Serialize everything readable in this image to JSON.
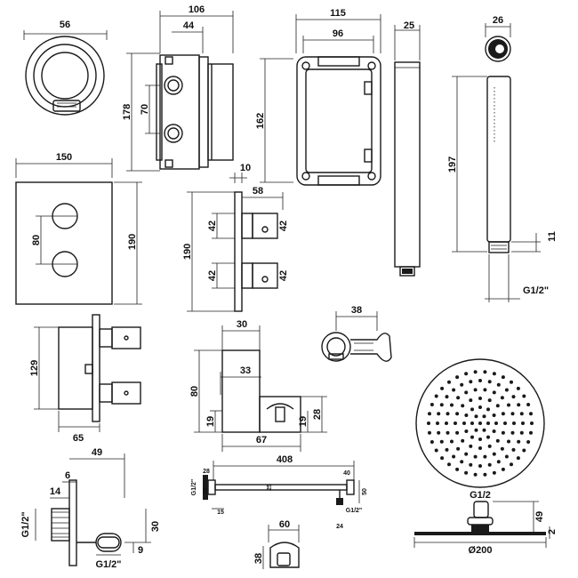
{
  "labels": {
    "knob": {
      "w56": "56"
    },
    "box": {
      "w106": "106",
      "w44": "44",
      "h178": "178",
      "h70": "70"
    },
    "frame": {
      "w115": "115",
      "w96": "96",
      "h162": "162"
    },
    "bar": {
      "w25": "25"
    },
    "hand": {
      "w26": "26",
      "h197": "197",
      "h11": "11",
      "thread": "G1/2\""
    },
    "plate": {
      "w150": "150",
      "h80": "80",
      "h190": "190"
    },
    "side": {
      "w10": "10",
      "w58": "58",
      "h42a": "42",
      "h42b": "42",
      "h42c": "42",
      "h42d": "42",
      "h190": "190"
    },
    "valve": {
      "h129": "129",
      "w65": "65"
    },
    "holder": {
      "w30": "30",
      "w33": "33",
      "h80": "80",
      "h19a": "19",
      "h19b": "19",
      "h28": "28",
      "w67": "67"
    },
    "clip": {
      "w38": "38"
    },
    "head": {
      "thread": "G1/2",
      "h49": "49",
      "h2": "2",
      "dia": "Ø200"
    },
    "elbow": {
      "w49": "49",
      "w6": "6",
      "w14": "14",
      "thread": "G1/2\"",
      "h30": "30",
      "h9": "9",
      "thread2": "G1/2\""
    },
    "arm": {
      "w408": "408",
      "h28": "28",
      "h40": "40",
      "thread": "G1/2\"",
      "d25a": "25",
      "d25b": "25",
      "w15": "15",
      "w24": "24",
      "thread2": "G1/2\"",
      "h50": "50"
    },
    "flange": {
      "w60": "60",
      "h38": "38"
    }
  }
}
